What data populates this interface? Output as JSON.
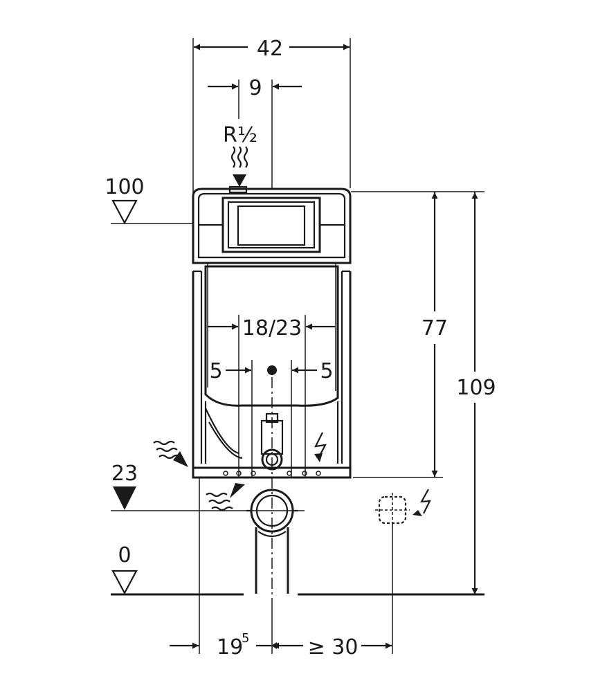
{
  "dimensions": {
    "width_total": "42",
    "offset_9": "9",
    "thread": "R½",
    "level_100": "100",
    "level_23": "23",
    "level_0": "0",
    "distance_18_23": "18/23",
    "side_5_left": "5",
    "side_5_right": "5",
    "height_77": "77",
    "height_109": "109",
    "offset_19_5_base": "19",
    "offset_19_5_sup": "5",
    "min_30": "≥ 30"
  },
  "colors": {
    "line": "#1a1a1a",
    "background": "#ffffff"
  }
}
